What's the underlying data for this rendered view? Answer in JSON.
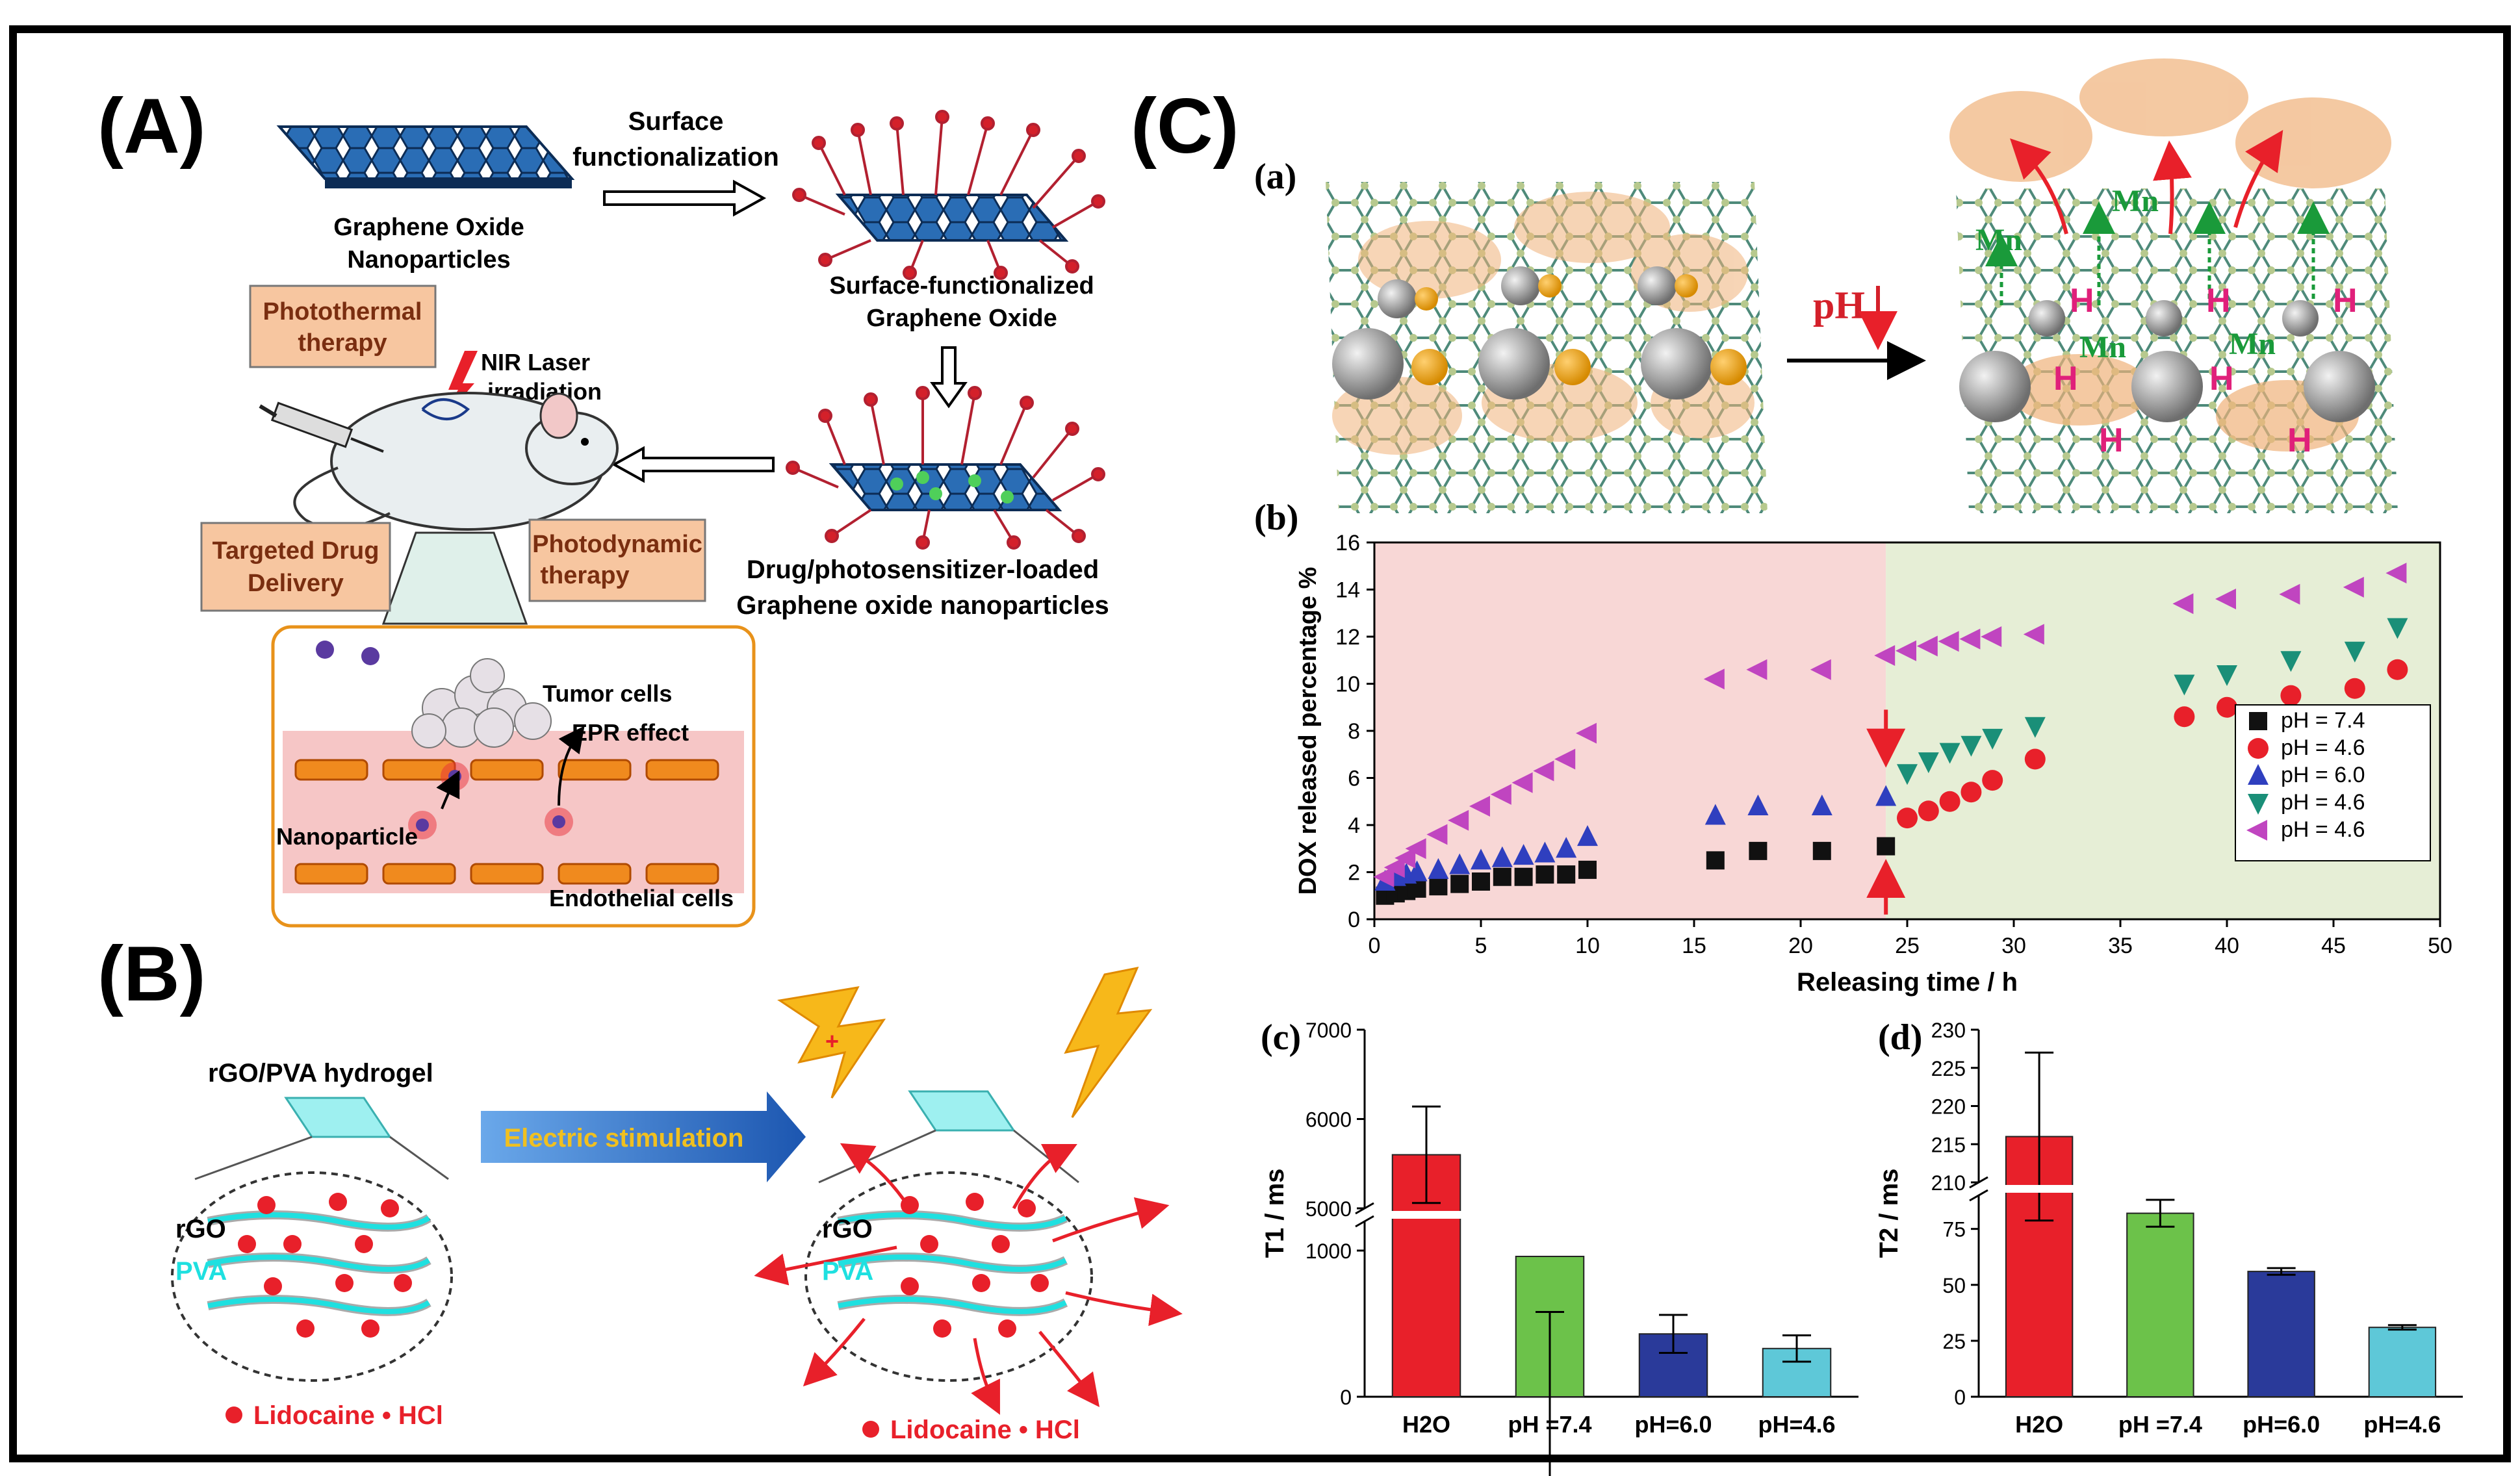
{
  "panelA": {
    "letter": "(A)",
    "go_nano_l1": "Graphene Oxide",
    "go_nano_l2": "Nanoparticles",
    "surface_l1": "Surface",
    "surface_l2": "functionalization",
    "sfgo_l1": "Surface-functionalized",
    "sfgo_l2": "Graphene Oxide",
    "photothermal_l1": "Photothermal",
    "photothermal_l2": "therapy",
    "nir_l1": "NIR Laser",
    "nir_l2": "irradiation",
    "targeted_l1": "Targeted Drug",
    "targeted_l2": "Delivery",
    "photodynamic_l1": "Photodynamic",
    "photodynamic_l2": "therapy",
    "loaded_l1": "Drug/photosensitizer-loaded",
    "loaded_l2": "Graphene oxide nanoparticles",
    "tumor": "Tumor cells",
    "epr": "EPR effect",
    "nanoparticle": "Nanoparticle",
    "endothelial": "Endothelial cells"
  },
  "panelB": {
    "letter": "(B)",
    "hydrogel": "rGO/PVA hydrogel",
    "electric": "Electric stimulation",
    "rgo": "rGO",
    "pva": "PVA",
    "lidocaine": "Lidocaine • HCl"
  },
  "panelC": {
    "letter": "(C)",
    "sub_a": "(a)",
    "ph": "pH",
    "mn": "Mn",
    "h": "H",
    "sub_b": "(b)",
    "sub_c": "(c)",
    "sub_d": "(d)"
  },
  "colors": {
    "orange_box": "#f7c6a0",
    "pink_bg": "#f8d7d6",
    "green_bg": "#e6eed6",
    "red": "#e8202a",
    "cyan": "#1ee0e0",
    "graphene": "#1f5fa8"
  },
  "chart_data": [
    {
      "type": "scatter",
      "title": "",
      "xlabel": "Releasing time / h",
      "ylabel": "DOX released percentage %",
      "xlim": [
        0,
        50
      ],
      "ylim": [
        0,
        16
      ],
      "xticks": [
        "0",
        "5",
        "10",
        "15",
        "20",
        "25",
        "30",
        "35",
        "40",
        "45",
        "50"
      ],
      "yticks": [
        "0",
        "2",
        "4",
        "6",
        "8",
        "10",
        "12",
        "14",
        "16"
      ],
      "legend_position": "bottom-right",
      "series": [
        {
          "name": "pH = 7.4",
          "marker": "square",
          "color": "#111111",
          "x": [
            0.5,
            1,
            1.5,
            2,
            3,
            4,
            5,
            6,
            7,
            8,
            9,
            10,
            16,
            18,
            21,
            24
          ],
          "y": [
            1.0,
            1.1,
            1.2,
            1.3,
            1.4,
            1.5,
            1.6,
            1.8,
            1.8,
            1.9,
            1.9,
            2.1,
            2.5,
            2.9,
            2.9,
            3.1
          ]
        },
        {
          "name": "pH = 4.6",
          "marker": "circle",
          "color": "#e8202a",
          "x": [
            25,
            26,
            27,
            28,
            29,
            31,
            38,
            40,
            43,
            46,
            48
          ],
          "y": [
            4.3,
            4.6,
            5.0,
            5.4,
            5.9,
            6.8,
            8.6,
            9.0,
            9.5,
            9.8,
            10.6
          ]
        },
        {
          "name": "pH = 6.0",
          "marker": "triangle-up",
          "color": "#2f3fbf",
          "x": [
            0.5,
            1,
            1.5,
            2,
            3,
            4,
            5,
            6,
            7,
            8,
            9,
            10,
            16,
            18,
            21,
            24
          ],
          "y": [
            1.6,
            1.8,
            1.9,
            2.0,
            2.1,
            2.3,
            2.5,
            2.6,
            2.7,
            2.8,
            3.0,
            3.5,
            4.4,
            4.8,
            4.8,
            5.2
          ]
        },
        {
          "name": "pH = 4.6",
          "marker": "triangle-down",
          "color": "#1a8f78",
          "x": [
            25,
            26,
            27,
            28,
            29,
            31,
            38,
            40,
            43,
            46,
            48
          ],
          "y": [
            6.2,
            6.7,
            7.1,
            7.4,
            7.7,
            8.2,
            10.0,
            10.4,
            11.0,
            11.4,
            12.4
          ]
        },
        {
          "name": "pH = 4.6",
          "marker": "triangle-left",
          "color": "#c045c0",
          "x": [
            0.5,
            1,
            1.5,
            2,
            3,
            4,
            5,
            6,
            7,
            8,
            9,
            10,
            16,
            18,
            21,
            24,
            25,
            26,
            27,
            28,
            29,
            31,
            38,
            40,
            43,
            46,
            48
          ],
          "y": [
            1.8,
            2.2,
            2.6,
            3.0,
            3.6,
            4.2,
            4.8,
            5.3,
            5.8,
            6.3,
            6.8,
            7.9,
            10.2,
            10.6,
            10.6,
            11.2,
            11.4,
            11.6,
            11.8,
            11.9,
            12.0,
            12.1,
            13.4,
            13.6,
            13.8,
            14.1,
            14.7
          ]
        }
      ]
    },
    {
      "type": "bar",
      "title": "",
      "ylabel": "T1 / ms",
      "axis_break": true,
      "yticks_lower": [
        "0",
        "1000"
      ],
      "yticks_upper": [
        "5000",
        "6000",
        "7000"
      ],
      "categories": [
        "H2O",
        "pH =7.4",
        "pH=6.0",
        "pH=4.6"
      ],
      "values": [
        5600,
        960,
        430,
        330
      ],
      "errors": [
        540,
        380,
        130,
        90
      ],
      "colors": [
        "#e8202a",
        "#6cc24a",
        "#2a3a9a",
        "#5ec8d8"
      ]
    },
    {
      "type": "bar",
      "title": "",
      "ylabel": "T2 / ms",
      "axis_break": true,
      "yticks_lower": [
        "0",
        "25",
        "50",
        "75"
      ],
      "yticks_upper": [
        "210",
        "215",
        "220",
        "225",
        "230"
      ],
      "categories": [
        "H2O",
        "pH =7.4",
        "pH=6.0",
        "pH=4.6"
      ],
      "values": [
        216,
        82,
        56,
        31
      ],
      "errors": [
        11,
        6,
        1.5,
        1
      ],
      "colors": [
        "#e8202a",
        "#6cc24a",
        "#2a3a9a",
        "#5ec8d8"
      ]
    }
  ]
}
